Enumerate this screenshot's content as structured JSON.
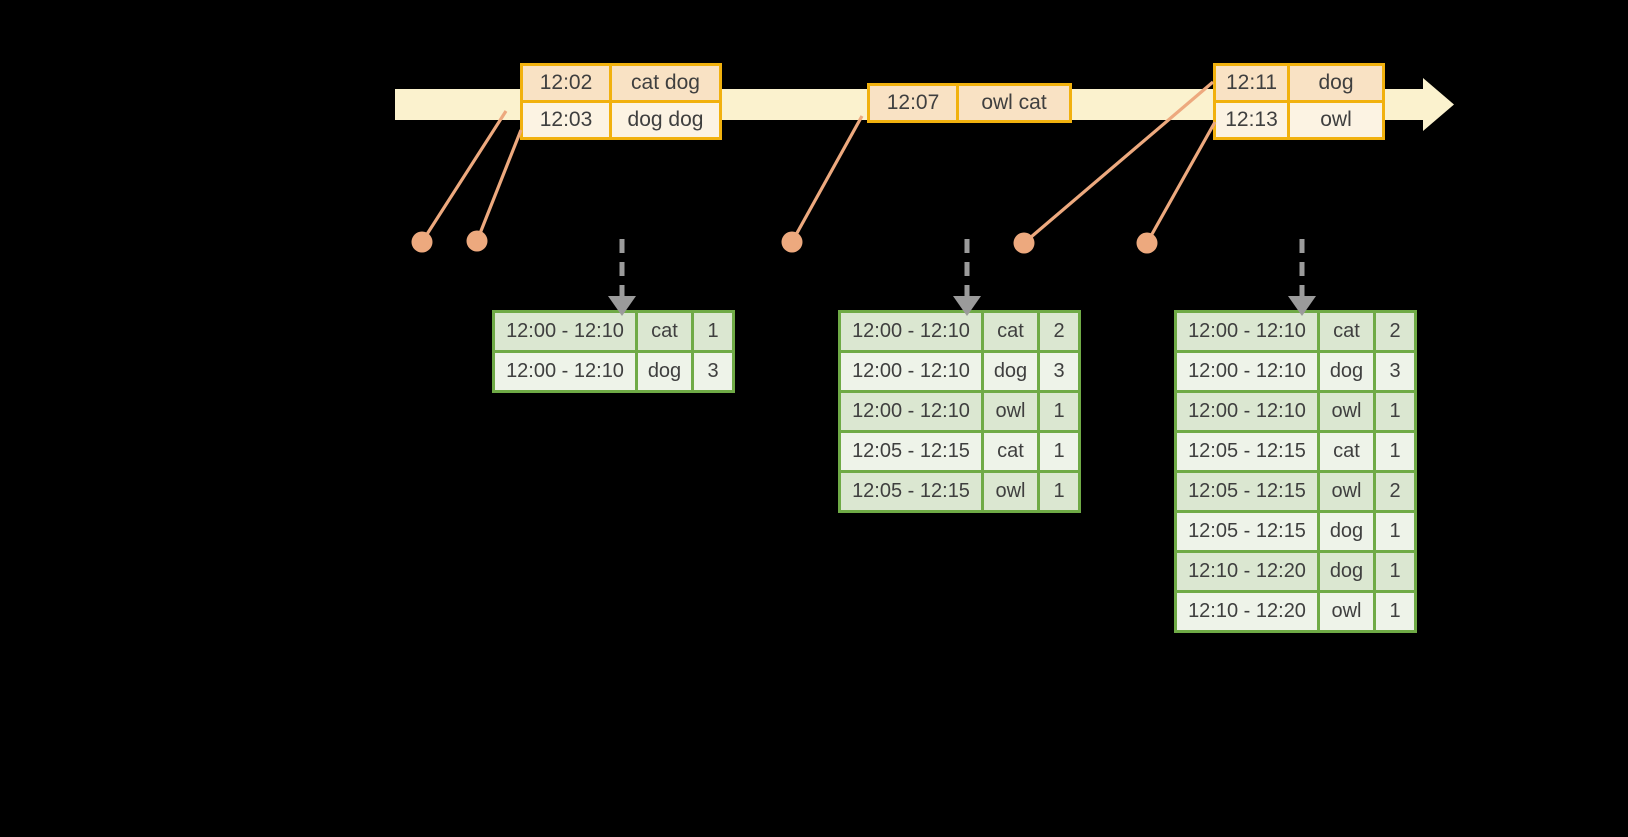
{
  "colors": {
    "bg": "#000000",
    "band": "#FBF2CE",
    "gold": "#F1B10E",
    "peach_dark": "#F9E2C4",
    "peach_light": "#FCF3E3",
    "connector": "#EDA97E",
    "arrow_gray": "#9B9B9B",
    "green": "#6FAA46",
    "cell_dark": "#DBE7D1",
    "cell_light": "#EEF3E9",
    "text": "#3F3F3F"
  },
  "event_boxes": [
    {
      "rows": [
        [
          "12:02",
          "cat dog"
        ],
        [
          "12:03",
          "dog dog"
        ]
      ]
    },
    {
      "rows": [
        [
          "12:07",
          "owl cat"
        ]
      ]
    },
    {
      "rows": [
        [
          "12:11",
          "dog"
        ],
        [
          "12:13",
          "owl"
        ]
      ]
    }
  ],
  "result_tables": [
    {
      "rows": [
        [
          "12:00 - 12:10",
          "cat",
          "1"
        ],
        [
          "12:00 - 12:10",
          "dog",
          "3"
        ]
      ]
    },
    {
      "rows": [
        [
          "12:00 - 12:10",
          "cat",
          "2"
        ],
        [
          "12:00 - 12:10",
          "dog",
          "3"
        ],
        [
          "12:00 - 12:10",
          "owl",
          "1"
        ],
        [
          "12:05 - 12:15",
          "cat",
          "1"
        ],
        [
          "12:05 - 12:15",
          "owl",
          "1"
        ]
      ]
    },
    {
      "rows": [
        [
          "12:00 - 12:10",
          "cat",
          "2"
        ],
        [
          "12:00 - 12:10",
          "dog",
          "3"
        ],
        [
          "12:00 - 12:10",
          "owl",
          "1"
        ],
        [
          "12:05 - 12:15",
          "cat",
          "1"
        ],
        [
          "12:05 - 12:15",
          "owl",
          "2"
        ],
        [
          "12:05 - 12:15",
          "dog",
          "1"
        ],
        [
          "12:10 - 12:20",
          "dog",
          "1"
        ],
        [
          "12:10 - 12:20",
          "owl",
          "1"
        ]
      ]
    }
  ]
}
